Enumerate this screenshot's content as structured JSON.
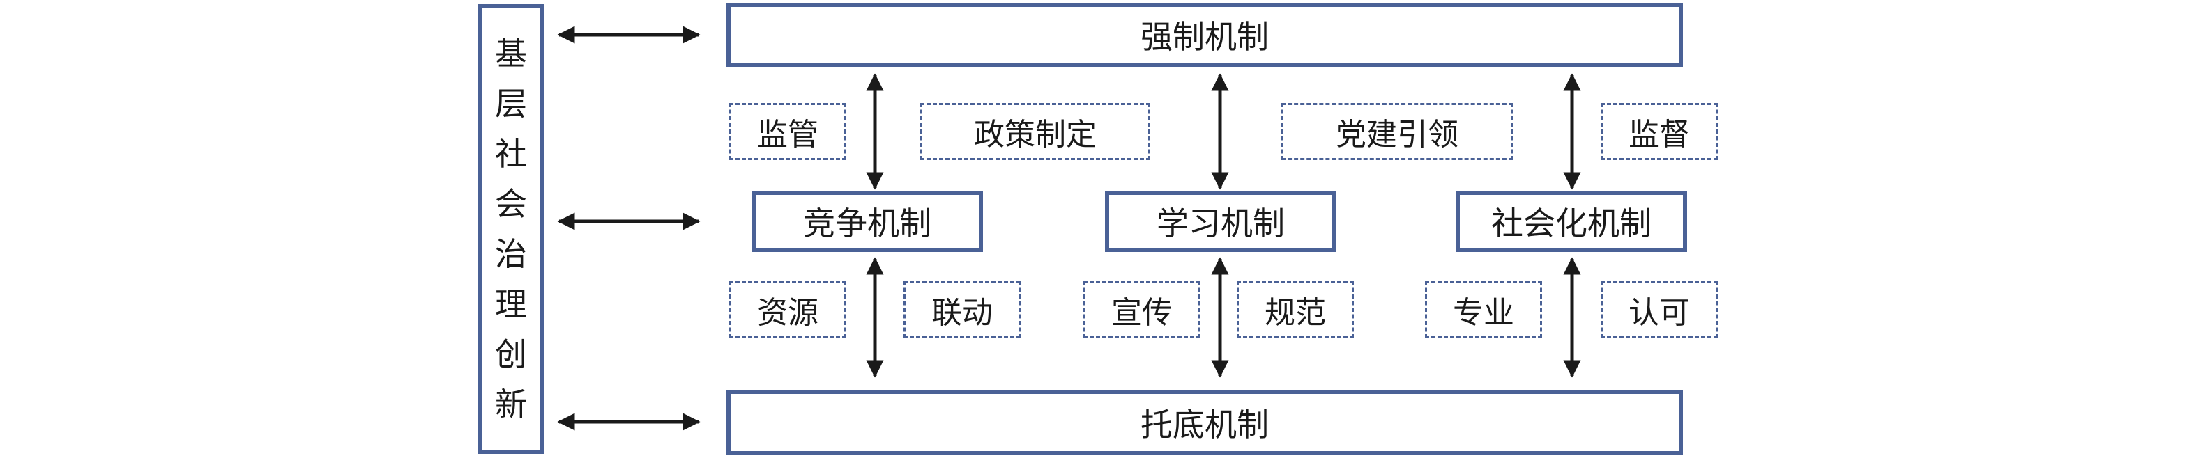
{
  "colors": {
    "border": "#4a6196",
    "arrow": "#1a1a1a"
  },
  "left_box": {
    "text": "基层社会治理创新"
  },
  "top_box": {
    "label": "强制机制"
  },
  "bottom_box": {
    "label": "托底机制"
  },
  "middle_boxes": [
    {
      "label": "竞争机制"
    },
    {
      "label": "学习机制"
    },
    {
      "label": "社会化机制"
    }
  ],
  "upper_tags": [
    {
      "label": "监管"
    },
    {
      "label": "政策制定"
    },
    {
      "label": "党建引领"
    },
    {
      "label": "监督"
    }
  ],
  "lower_tags": [
    {
      "label": "资源"
    },
    {
      "label": "联动"
    },
    {
      "label": "宣传"
    },
    {
      "label": "规范"
    },
    {
      "label": "专业"
    },
    {
      "label": "认可"
    }
  ]
}
